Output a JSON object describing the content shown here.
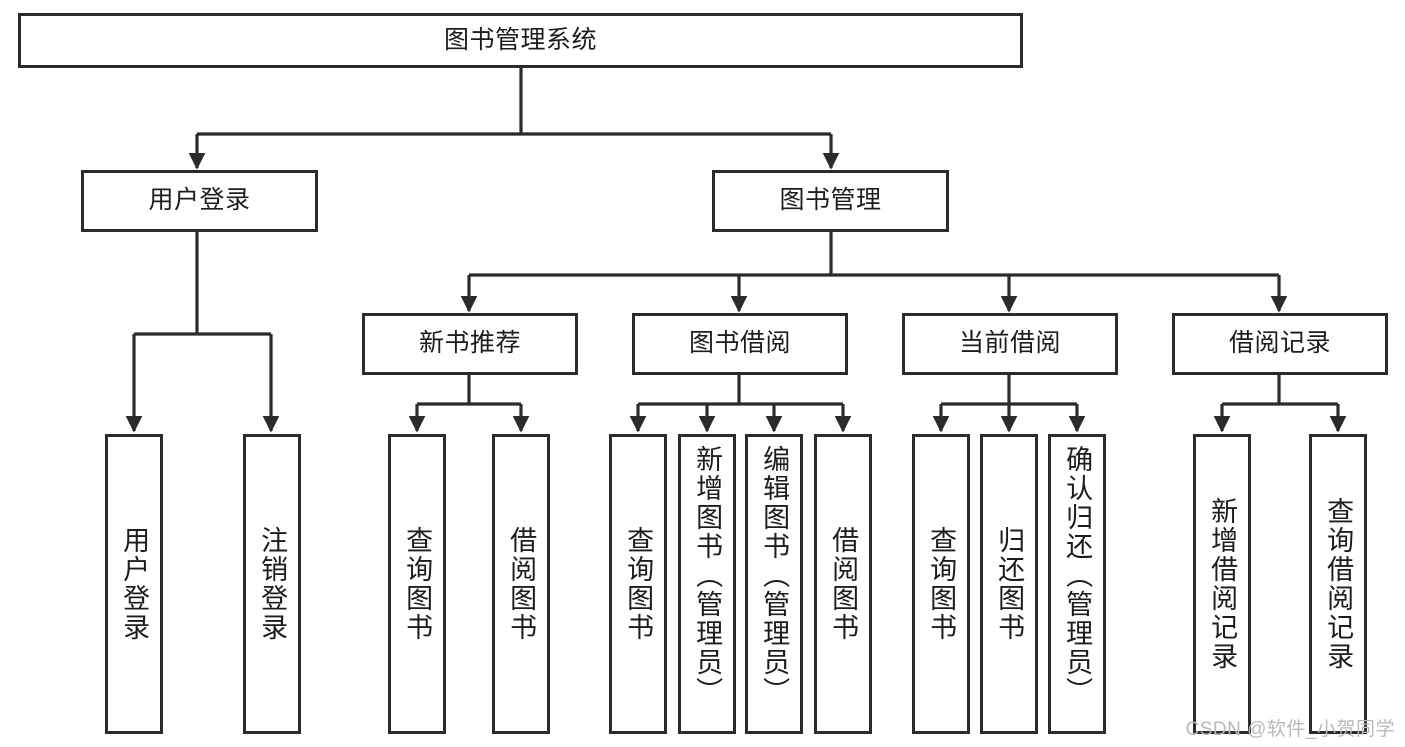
{
  "diagram": {
    "title": "图书管理系统",
    "type": "hierarchy-tree",
    "colors": {
      "stroke": "#2b2b2b",
      "fill": "#ffffff",
      "text": "#1d1d1d",
      "watermark": "#b9b9b9"
    },
    "root": {
      "label": "图书管理系统"
    },
    "level2": [
      {
        "label": "用户登录"
      },
      {
        "label": "图书管理"
      }
    ],
    "level3": [
      {
        "label": "新书推荐"
      },
      {
        "label": "图书借阅"
      },
      {
        "label": "当前借阅"
      },
      {
        "label": "借阅记录"
      }
    ],
    "leaves": {
      "user_login": [
        {
          "label": "用户登录"
        },
        {
          "label": "注销登录"
        }
      ],
      "new_book_recommend": [
        {
          "label": "查询图书"
        },
        {
          "label": "借阅图书"
        }
      ],
      "book_borrow": [
        {
          "label": "查询图书"
        },
        {
          "label": "新增图书（管理员）"
        },
        {
          "label": "编辑图书（管理员）"
        },
        {
          "label": "借阅图书"
        }
      ],
      "current_borrow": [
        {
          "label": "查询图书"
        },
        {
          "label": "归还图书"
        },
        {
          "label": "确认归还（管理员）"
        }
      ],
      "borrow_record": [
        {
          "label": "新增借阅记录"
        },
        {
          "label": "查询借阅记录"
        }
      ]
    }
  },
  "watermark": {
    "text": "CSDN @软件_小贺同学"
  }
}
